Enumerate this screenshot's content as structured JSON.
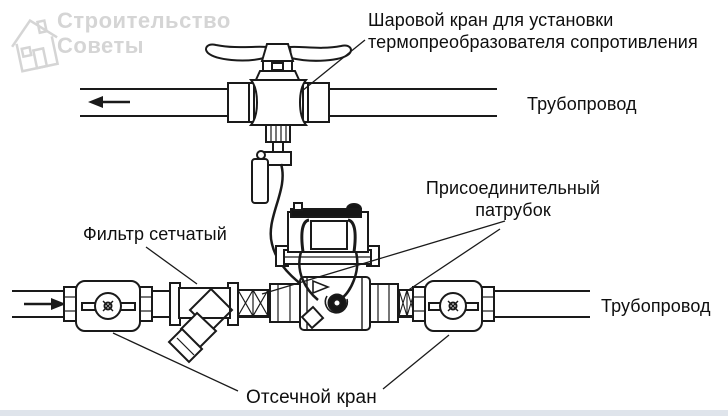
{
  "watermark": {
    "line1": "Строительство",
    "line2": "Советы",
    "color": "#d5d5d5"
  },
  "labels": {
    "ball_valve_line1": "Шаровой кран для установки",
    "ball_valve_line2": "термопреобразователя сопротивления",
    "pipeline_top": "Трубопровод",
    "pipeline_bottom": "Трубопровод",
    "connection_line1": "Присоединительный",
    "connection_line2": "патрубок",
    "strainer": "Фильтр сетчатый",
    "shutoff_valve": "Отсечной кран"
  },
  "colors": {
    "line": "#1a1a1a",
    "background": "#ffffff",
    "footer_strip": "#dfe4eb",
    "watermark": "#d5d5d5"
  }
}
